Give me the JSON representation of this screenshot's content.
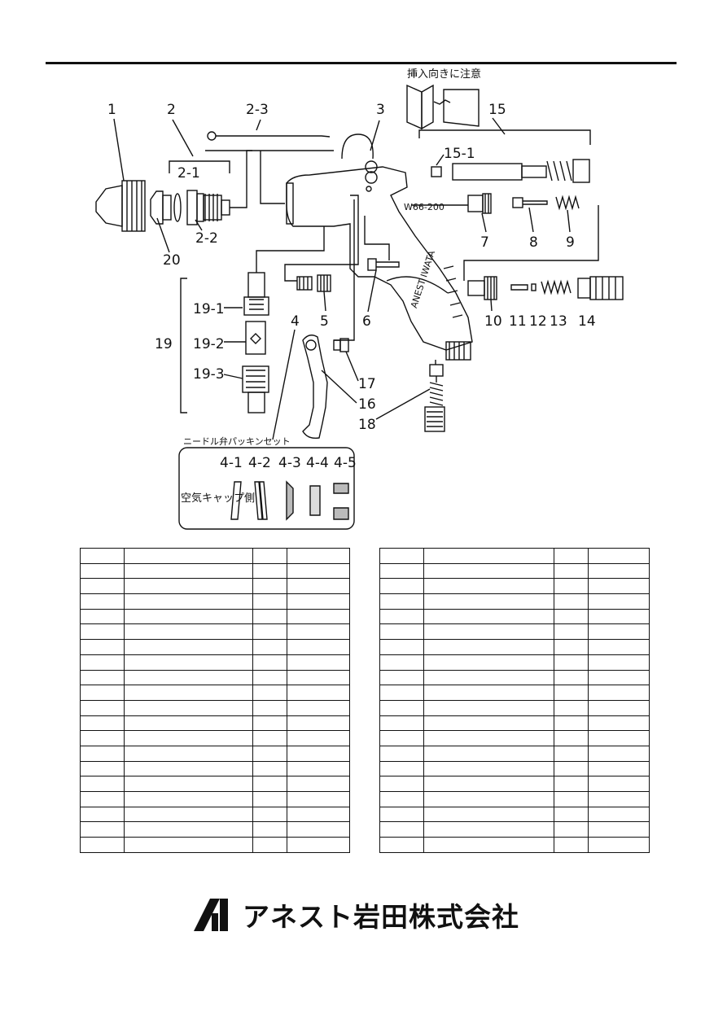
{
  "diagram": {
    "callouts": {
      "c1": "1",
      "c2": "2",
      "c2_1": "2-1",
      "c2_2": "2-2",
      "c2_3": "2-3",
      "c3": "3",
      "c4": "4",
      "c5": "5",
      "c6": "6",
      "c7": "7",
      "c8": "8",
      "c9": "9",
      "c10": "10",
      "c11": "11",
      "c12": "12",
      "c13": "13",
      "c14": "14",
      "c15": "15",
      "c15_1": "15-1",
      "c16": "16",
      "c17": "17",
      "c18": "18",
      "c19": "19",
      "c19_1": "19-1",
      "c19_2": "19-2",
      "c19_3": "19-3",
      "c20": "20",
      "c4_1": "4-1",
      "c4_2": "4-2",
      "c4_3": "4-3",
      "c4_4": "4-4",
      "c4_5": "4-5"
    },
    "insert_note": "挿入向きに注意",
    "packing_set_title": "ニードル弁パッキンセット",
    "air_cap_side": "空気キャップ側",
    "gun_model": "W66-200",
    "gun_brand": "ANEST IWATA"
  },
  "tables": {
    "left_rows": 20,
    "right_rows": 20
  },
  "footer": {
    "company": "アネスト岩田株式会社"
  }
}
